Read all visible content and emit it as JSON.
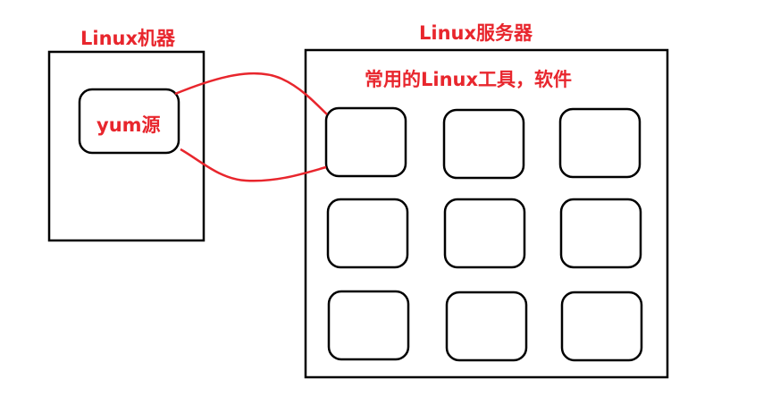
{
  "linux_machine": {
    "title": "Linux机器",
    "source_label": "yum源"
  },
  "linux_server": {
    "title": "Linux服务器",
    "subtitle": "常用的Linux工具，软件",
    "tool_slots": 9
  },
  "colors": {
    "label": "#e8262d",
    "connector": "#e8262d",
    "border": "#000000"
  }
}
